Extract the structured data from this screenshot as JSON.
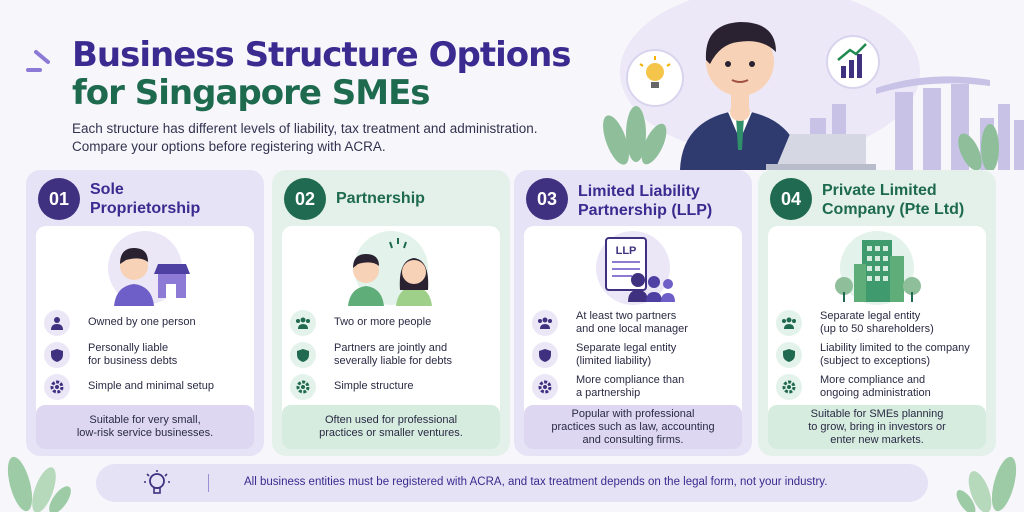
{
  "header": {
    "title_line1": "Business Structure Options",
    "title_line2": "for Singapore SMEs",
    "subtitle_line1": "Each structure has different levels of liability, tax treatment and administration.",
    "subtitle_line2": "Compare your options before registering with ACRA."
  },
  "cards": [
    {
      "number": "01",
      "title_line1": "Sole",
      "title_line2": "Proprietorship",
      "rows": [
        {
          "icon": "person-icon",
          "line1": "Owned by one person",
          "line2": ""
        },
        {
          "icon": "shield-icon",
          "line1": "Personally liable",
          "line2": "for business debts"
        },
        {
          "icon": "gear-icon",
          "line1": "Simple and minimal setup",
          "line2": ""
        }
      ],
      "note_line1": "Suitable for very small,",
      "note_line2": "low-risk service businesses.",
      "note_line3": ""
    },
    {
      "number": "02",
      "title_line1": "Partnership",
      "title_line2": "",
      "rows": [
        {
          "icon": "group-icon",
          "line1": "Two or more people",
          "line2": ""
        },
        {
          "icon": "shield-icon",
          "line1": "Partners are jointly and",
          "line2": "severally liable for debts"
        },
        {
          "icon": "gear-icon",
          "line1": "Simple structure",
          "line2": ""
        }
      ],
      "note_line1": "Often used for professional",
      "note_line2": "practices or smaller ventures.",
      "note_line3": ""
    },
    {
      "number": "03",
      "title_line1": "Limited Liability",
      "title_line2": "Partnership (LLP)",
      "illu_label": "LLP",
      "rows": [
        {
          "icon": "group-icon",
          "line1": "At least two partners",
          "line2": "and one local manager"
        },
        {
          "icon": "shield-icon",
          "line1": "Separate legal entity",
          "line2": "(limited liability)"
        },
        {
          "icon": "gear-icon",
          "line1": "More compliance than",
          "line2": "a partnership"
        }
      ],
      "note_line1": "Popular with professional",
      "note_line2": "practices such as law, accounting",
      "note_line3": "and consulting firms."
    },
    {
      "number": "04",
      "title_line1": "Private Limited",
      "title_line2": "Company (Pte Ltd)",
      "rows": [
        {
          "icon": "group-icon",
          "line1": "Separate legal entity",
          "line2": "(up to 50 shareholders)"
        },
        {
          "icon": "shield-icon",
          "line1": "Liability limited to the company",
          "line2": "(subject to exceptions)"
        },
        {
          "icon": "gear-icon",
          "line1": "More compliance and",
          "line2": "ongoing administration"
        }
      ],
      "note_line1": "Suitable for SMEs planning",
      "note_line2": "to grow, bring in investors or",
      "note_line3": "enter new markets."
    }
  ],
  "footer": {
    "icon": "lightbulb-icon",
    "text": "All business entities must be registered with ACRA, and tax treatment depends on the legal form, not your industry."
  },
  "colors": {
    "purple": "#3b2a8f",
    "green": "#1e6a4f",
    "purple_bg": "#e7e3f6",
    "green_bg": "#e3f1ea"
  }
}
